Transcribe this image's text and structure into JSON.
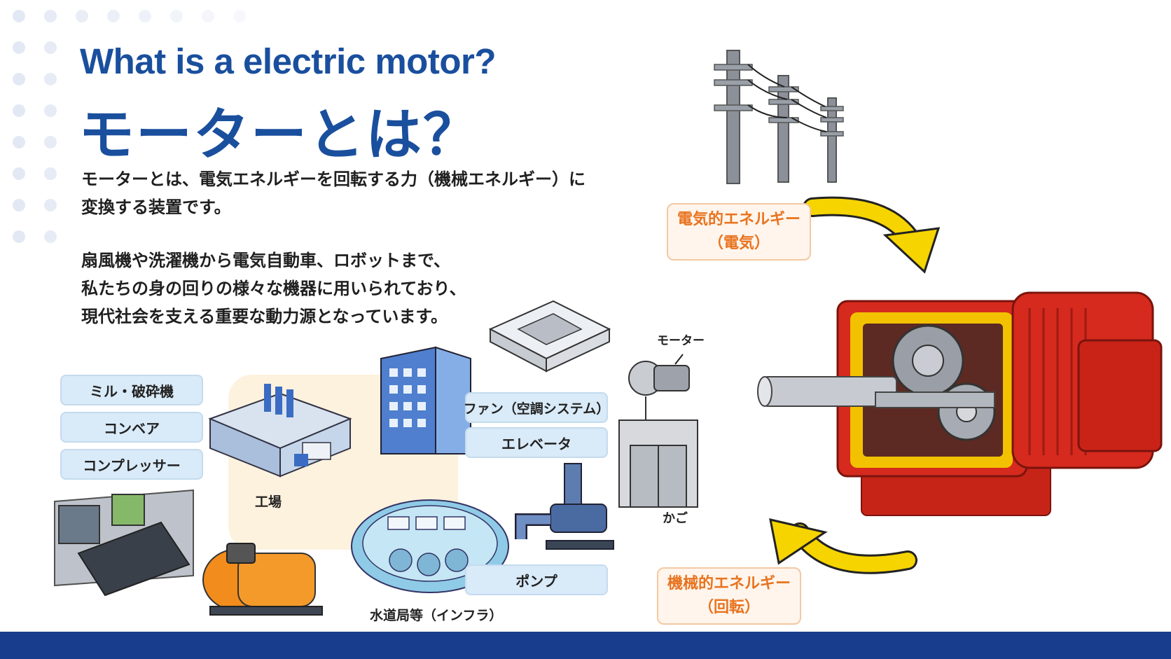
{
  "title": {
    "en": "What is a electric motor?",
    "ja": "モーターとは？"
  },
  "intro": {
    "lines": [
      "モーターとは、電気エネルギーを回転する力（機械エネルギー）に",
      "変換する装置です。"
    ]
  },
  "detail": {
    "lines": [
      "扇風機や洗濯機から電気自動車、ロボットまで、",
      "私たちの身の回りの様々な機器に用いられており、",
      "現代社会を支える重要な動力源となっています。"
    ]
  },
  "applications": {
    "left_boxes": [
      "ミル・破砕機",
      "コンベア",
      "コンプレッサー"
    ],
    "factory": "工場",
    "hvac_boxes": [
      "ファン（空調システム）",
      "エレベータ"
    ],
    "elevator_motor": "モーター",
    "elevator_car": "かご",
    "pump": "ポンプ",
    "infrastructure": "水道局等（インフラ）"
  },
  "energy": {
    "electrical": {
      "line1": "電気的エネルギー",
      "line2": "（電気）"
    },
    "mechanical": {
      "line1": "機械的エネルギー",
      "line2": "（回転）"
    }
  },
  "colors": {
    "brand_blue": "#1a4f9e",
    "footer": "#173d8c",
    "label_bg": "#d9eaf8",
    "energy_text": "#e8731f",
    "arrow": "#f5d400",
    "motor_red": "#d62a1e"
  }
}
